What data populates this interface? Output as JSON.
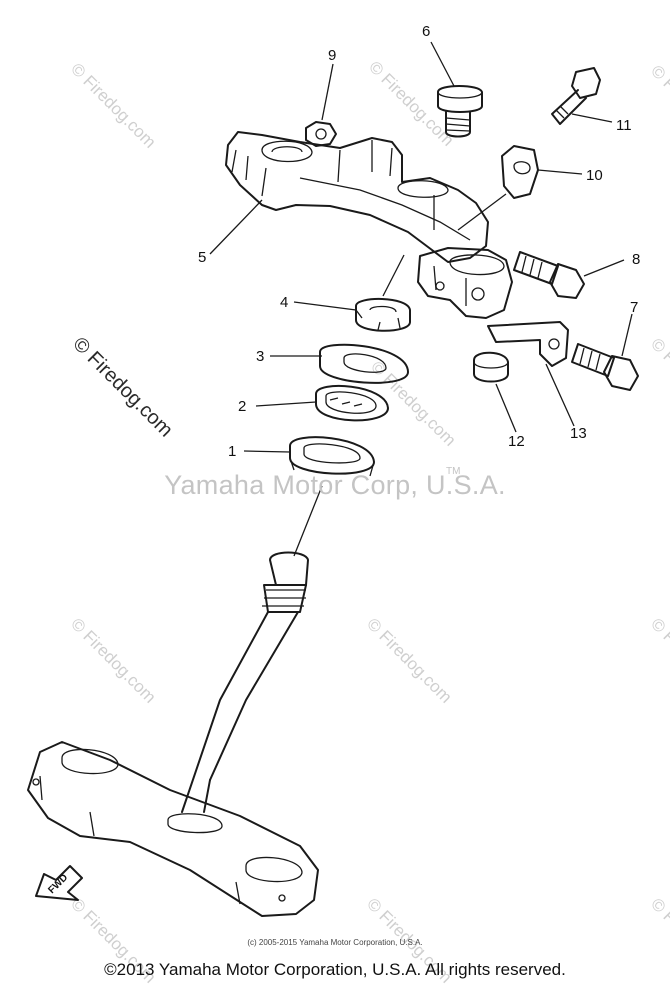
{
  "watermark": {
    "site": "© Firedog.com",
    "brand": "Yamaha Motor Corp, U.S.A.",
    "tm": "TM"
  },
  "callouts": [
    "1",
    "2",
    "3",
    "4",
    "5",
    "6",
    "7",
    "8",
    "9",
    "10",
    "11",
    "12",
    "13"
  ],
  "fwd_label": "FWD",
  "copyright_small": "(c) 2005-2015 Yamaha Motor Corporation, U.S.A.",
  "copyright_main": "©2013 Yamaha Motor Corporation, U.S.A. All rights reserved."
}
